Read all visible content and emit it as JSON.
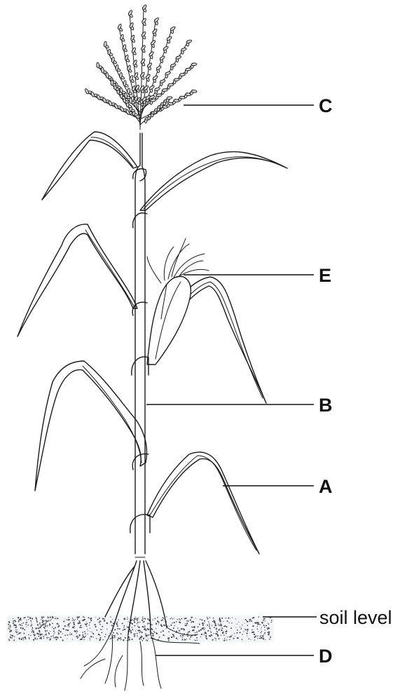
{
  "labels": {
    "c": "C",
    "e": "E",
    "b": "B",
    "a": "A",
    "soil": "soil level",
    "d": "D"
  },
  "colors": {
    "line": "#1a1a1a",
    "soil_speckle": "#4a4a4a",
    "soil_tint": "#d7ecf2"
  }
}
